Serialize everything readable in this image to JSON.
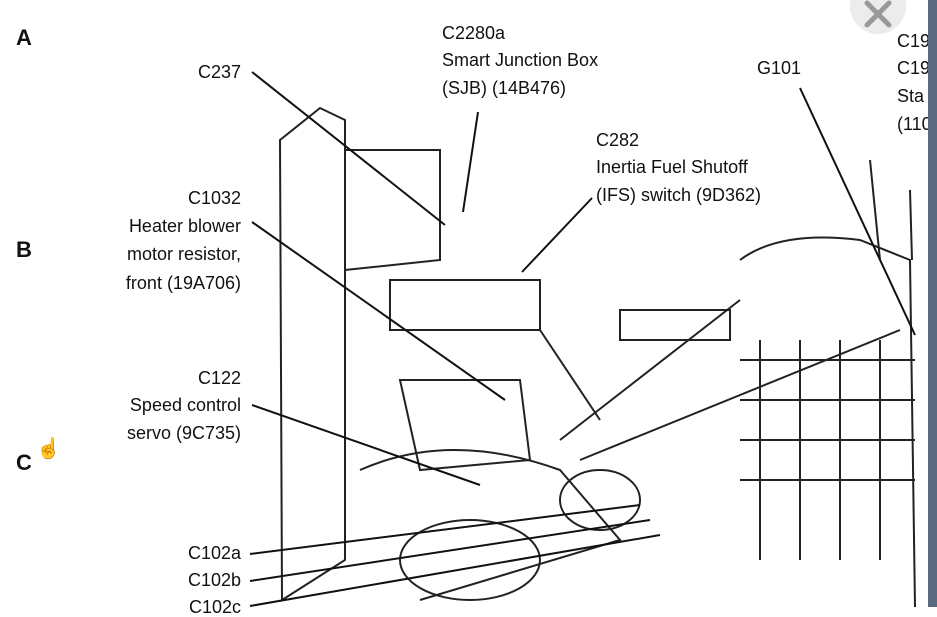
{
  "sections": [
    "A",
    "B",
    "C"
  ],
  "callouts": {
    "c237": {
      "id": "C237"
    },
    "c2280a": {
      "id": "C2280a",
      "lines": [
        "Smart Junction Box",
        "(SJB) (14B476)"
      ]
    },
    "c282": {
      "id": "C282",
      "lines": [
        "Inertia Fuel Shutoff",
        "(IFS) switch (9D362)"
      ]
    },
    "g101": {
      "id": "G101"
    },
    "c1032": {
      "id": "C1032",
      "lines": [
        "Heater blower",
        "motor resistor,",
        "front (19A706)"
      ]
    },
    "c122": {
      "id": "C122",
      "lines": [
        "Speed control",
        "servo (9C735)"
      ]
    },
    "c102a": {
      "id": "C102a"
    },
    "c102b": {
      "id": "C102b"
    },
    "c102c": {
      "id": "C102c"
    },
    "right": [
      "C19",
      "C19",
      "Sta",
      "(110"
    ]
  },
  "overlay": {
    "close_icon": "close-icon",
    "cursor_icon": "hand-pointer-icon",
    "edge_color": "#5a6b80"
  }
}
